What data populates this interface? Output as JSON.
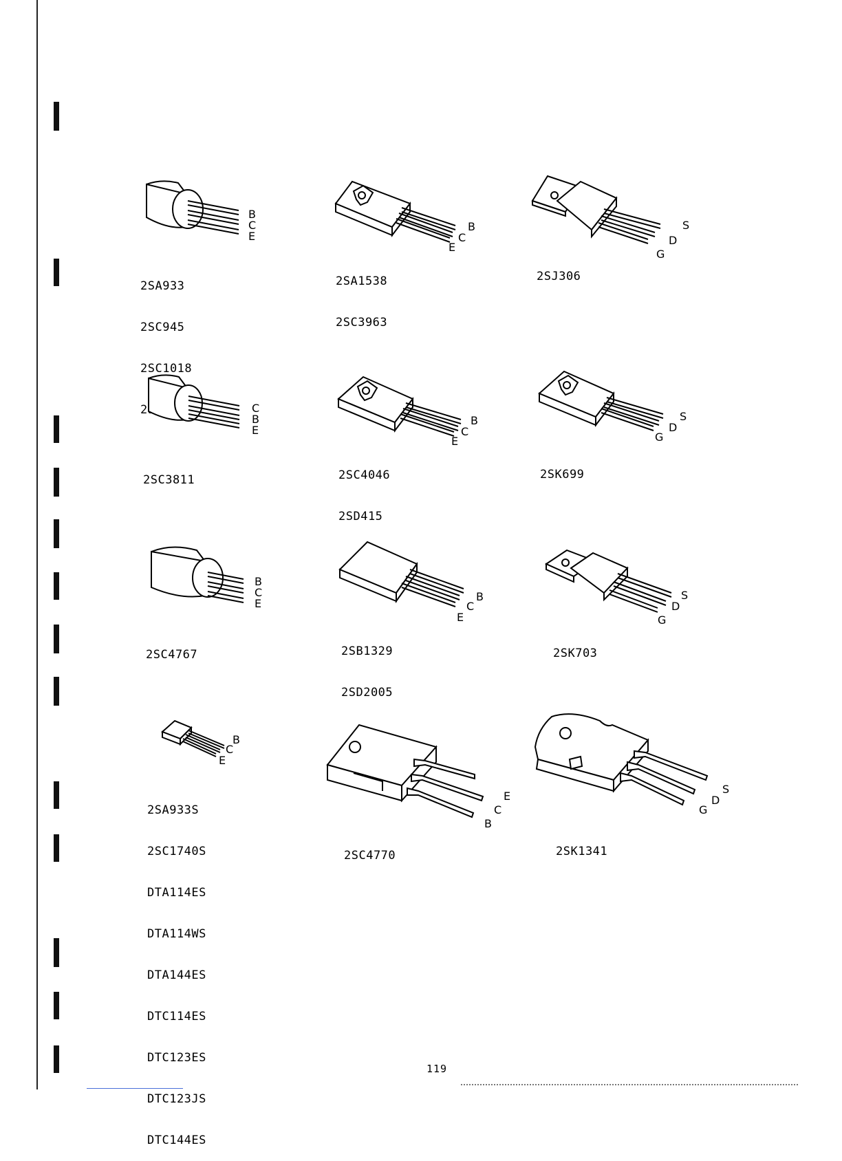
{
  "page_number": "119",
  "packages": [
    {
      "id": "to92-a",
      "pins": [
        "B",
        "C",
        "E"
      ],
      "parts": [
        "2SA933",
        "2SC945",
        "2SC1018",
        "2SC1473"
      ]
    },
    {
      "id": "to126-a",
      "pins": [
        "B",
        "C",
        "E"
      ],
      "parts": [
        "2SA1538",
        "2SC3963"
      ]
    },
    {
      "id": "to220f-a",
      "pins": [
        "S",
        "D",
        "G"
      ],
      "parts": [
        "2SJ306"
      ]
    },
    {
      "id": "to92-b",
      "pins": [
        "C",
        "B",
        "E"
      ],
      "parts": [
        "2SC3811"
      ]
    },
    {
      "id": "to126-b",
      "pins": [
        "B",
        "C",
        "E"
      ],
      "parts": [
        "2SC4046",
        "2SD415"
      ]
    },
    {
      "id": "to126-c",
      "pins": [
        "S",
        "D",
        "G"
      ],
      "parts": [
        "2SK699"
      ]
    },
    {
      "id": "to92l",
      "pins": [
        "B",
        "C",
        "E"
      ],
      "parts": [
        "2SC4767"
      ]
    },
    {
      "id": "to126-d",
      "pins": [
        "B",
        "C",
        "E"
      ],
      "parts": [
        "2SB1329",
        "2SD2005"
      ]
    },
    {
      "id": "to220-b",
      "pins": [
        "S",
        "D",
        "G"
      ],
      "parts": [
        "2SK703"
      ]
    },
    {
      "id": "sot-small",
      "pins": [
        "B",
        "C",
        "E"
      ],
      "parts": [
        "2SA933S",
        "2SC1740S",
        "DTA114ES",
        "DTA114WS",
        "DTA144ES",
        "DTC114ES",
        "DTC123ES",
        "DTC123JS",
        "DTC144ES"
      ]
    },
    {
      "id": "to3p-a",
      "pins": [
        "E",
        "C",
        "B"
      ],
      "parts": [
        "2SC4770"
      ]
    },
    {
      "id": "to3p-b",
      "pins": [
        "S",
        "D",
        "G"
      ],
      "parts": [
        "2SK1341"
      ]
    }
  ]
}
